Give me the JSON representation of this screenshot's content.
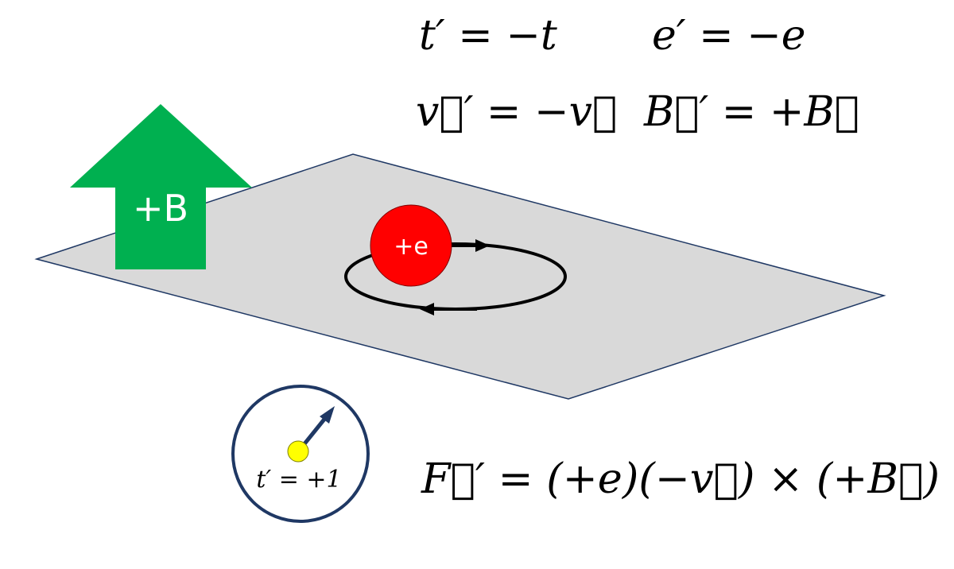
{
  "equations": {
    "time": "t′ = −t",
    "charge": "e′ = −e",
    "velocity": "v⃗′ = −v⃗",
    "field": "B⃗′ = +B⃗",
    "force": "F⃗′ = (+e)(−v⃗) × (+B⃗)"
  },
  "field_arrow": {
    "label": "+B",
    "color": "#00b050"
  },
  "particle": {
    "label": "+e",
    "color": "#ff0000"
  },
  "clock": {
    "label": "t′ = +1",
    "hand_color": "#1f3864",
    "pivot_color": "#ffff00"
  },
  "plane": {
    "fill": "#d9d9d9",
    "stroke": "#1f3864"
  }
}
